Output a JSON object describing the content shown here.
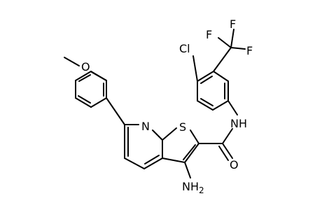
{
  "molecule": {
    "atoms": {
      "methoxy_o": "O",
      "chlorine": "Cl",
      "fluorine_1": "F",
      "fluorine_2": "F",
      "fluorine_3": "F",
      "pyridine_n": "N",
      "thiophene_s": "S",
      "amide_nh": "NH",
      "carbonyl_o": "O",
      "amino_nh2_main": "NH",
      "amino_nh2_sub": "2"
    }
  }
}
